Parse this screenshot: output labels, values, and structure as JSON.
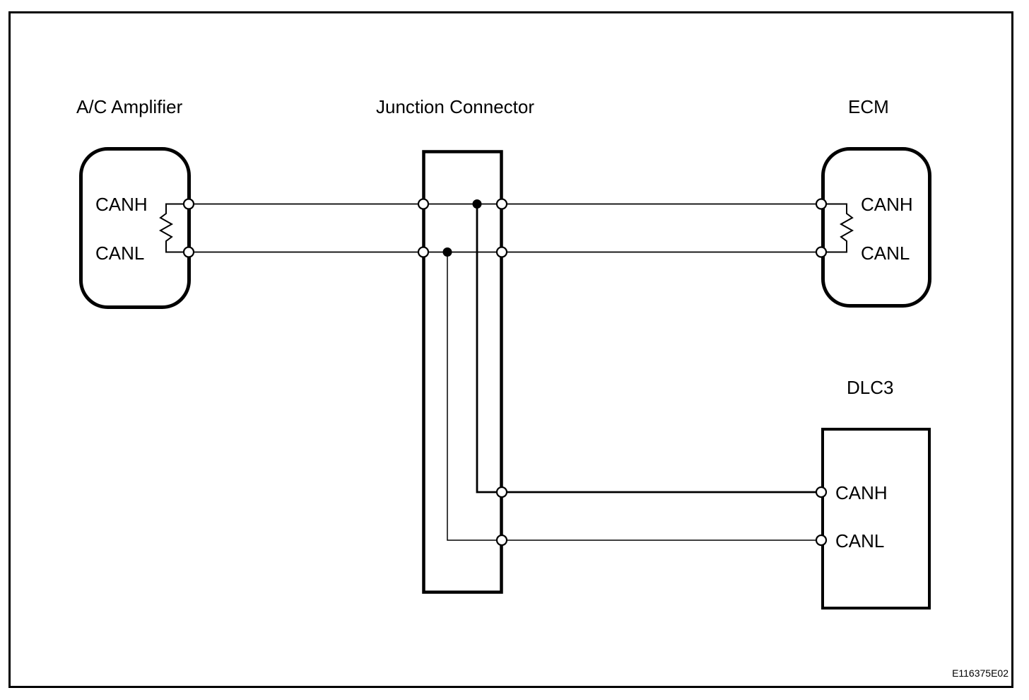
{
  "figure": {
    "type": "can-bus-wiring-diagram",
    "code": "E116375E02",
    "background_color": "#ffffff",
    "line_color": "#000000",
    "components": {
      "ac_amplifier": {
        "title": "A/C Amplifier",
        "pins": [
          "CANH",
          "CANL"
        ],
        "has_terminating_resistor": true
      },
      "junction_connector": {
        "title": "Junction Connector"
      },
      "ecm": {
        "title": "ECM",
        "pins": [
          "CANH",
          "CANL"
        ],
        "has_terminating_resistor": true
      },
      "dlc3": {
        "title": "DLC3",
        "pins": [
          "CANH",
          "CANL"
        ]
      }
    },
    "connections": [
      "A/C Amplifier CANH - Junction Connector - ECM CANH",
      "A/C Amplifier CANL - Junction Connector - ECM CANL",
      "Junction Connector CANH branch - DLC3 CANH",
      "Junction Connector CANL branch - DLC3 CANL"
    ]
  }
}
